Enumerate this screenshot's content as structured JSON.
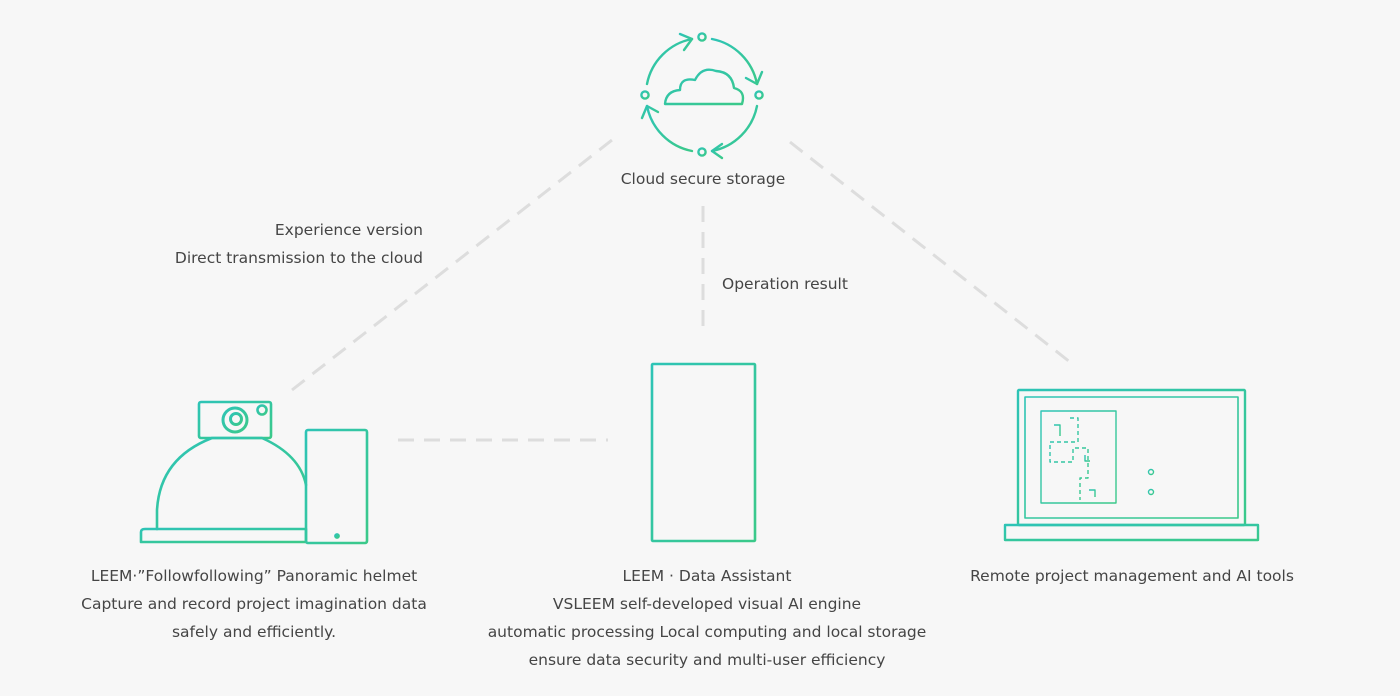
{
  "colors": {
    "accent_teal": "#2ec4b6",
    "accent_green": "#3bc98a",
    "connector": "#dddddd",
    "text": "#454545",
    "background": "#f7f7f7"
  },
  "nodes": {
    "cloud": {
      "icon": "cloud-sync-icon",
      "label": "Cloud secure storage"
    },
    "helmet": {
      "icon": "helmet-camera-phone-icon",
      "lines": [
        "LEEM·”Followfollowing” Panoramic helmet",
        "Capture and record project imagination data",
        "safely and efficiently."
      ]
    },
    "assistant": {
      "icon": "data-assistant-box-icon",
      "lines": [
        "LEEM · Data Assistant",
        "VSLEEM self-developed visual AI engine",
        "automatic processing Local computing and local storage",
        "ensure data security and multi-user efficiency"
      ]
    },
    "laptop": {
      "icon": "laptop-floorplan-icon",
      "label": "Remote project management and AI tools"
    }
  },
  "edges": {
    "helmet_to_cloud": {
      "lines": [
        "Experience version",
        "Direct transmission to the cloud"
      ]
    },
    "assistant_to_cloud": {
      "label": "Operation result"
    }
  }
}
